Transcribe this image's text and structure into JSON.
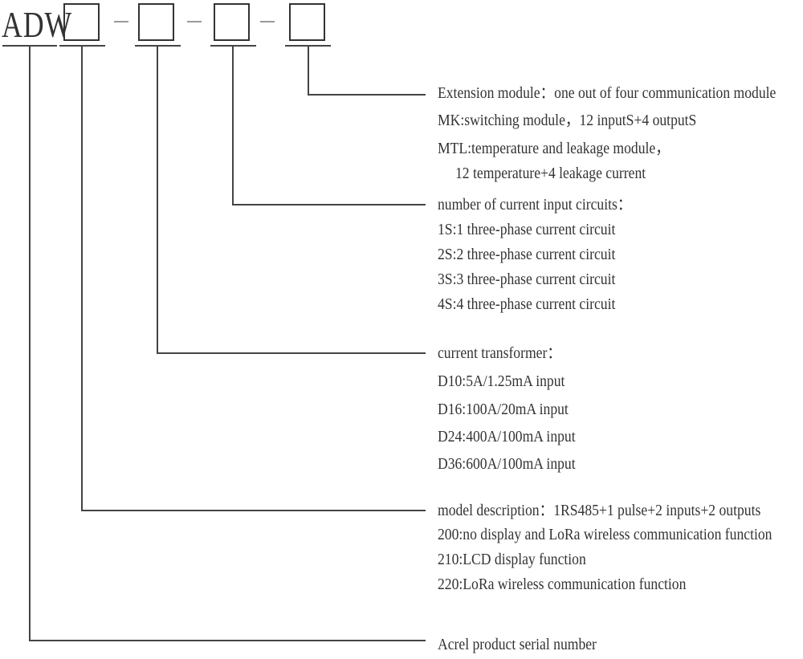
{
  "header": {
    "prefix": "ADW"
  },
  "blocks": {
    "extension": {
      "lines": [
        "Extension module：one out of four communication module",
        "MK:switching module，12 inputS+4 outputS",
        "MTL:temperature and leakage module，",
        "12 temperature+4 leakage current"
      ]
    },
    "circuits": {
      "lines": [
        "number of current input circuits：",
        "1S:1 three-phase current circuit",
        "2S:2 three-phase current circuit",
        "3S:3 three-phase current circuit",
        "4S:4 three-phase current circuit"
      ]
    },
    "transformer": {
      "lines": [
        "current transformer：",
        "D10:5A/1.25mA input",
        "D16:100A/20mA input",
        "D24:400A/100mA input",
        "D36:600A/100mA input"
      ]
    },
    "model": {
      "lines": [
        "model description：1RS485+1 pulse+2 inputs+2 outputs",
        "200:no display and LoRa wireless communication function",
        "210:LCD display function",
        "220:LoRa wireless communication function"
      ]
    },
    "serial": {
      "lines": [
        "Acrel product serial number"
      ]
    }
  }
}
